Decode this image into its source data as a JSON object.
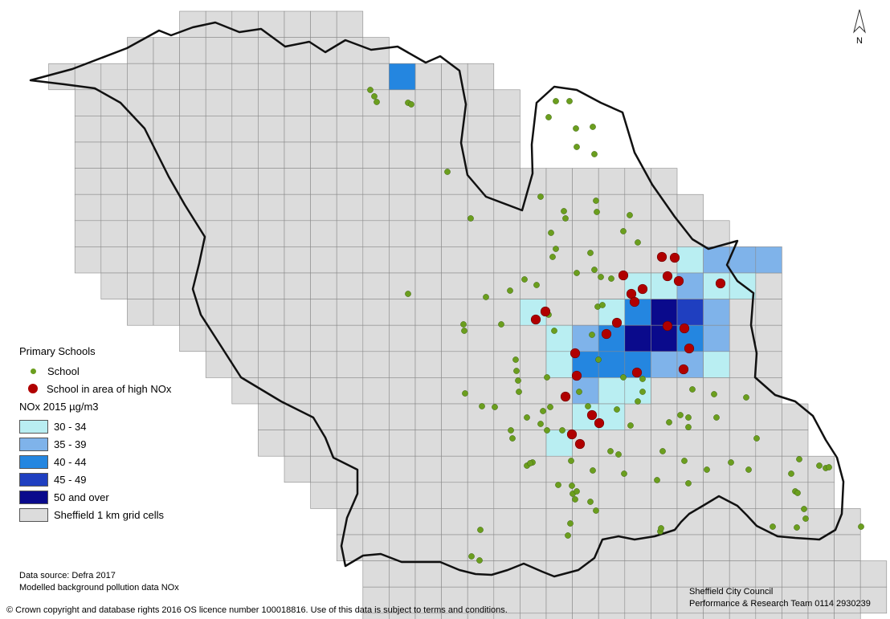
{
  "north_label": "N",
  "legend": {
    "schools_title": "Primary Schools",
    "school_label": "School",
    "school_high_label": "School in area of high NOx",
    "nox_title": "NOx 2015 µg/m3",
    "bands": [
      {
        "label": "30 - 34",
        "color": "#b9eef2"
      },
      {
        "label": "35 - 39",
        "color": "#7fb3ea"
      },
      {
        "label": "40 - 44",
        "color": "#2486e0"
      },
      {
        "label": "45 - 49",
        "color": "#1f3fc0"
      },
      {
        "label": "50 and over",
        "color": "#0a0a8c"
      }
    ],
    "grid_label": "Sheffield 1 km grid cells",
    "grid_color": "#dcdcdc",
    "school_color": "#6b9e1e",
    "school_high_color": "#b00000"
  },
  "data_source": {
    "line1": "Data source: Defra 2017",
    "line2": "Modelled background pollution data NOx"
  },
  "council": {
    "line1": "Sheffield City Council",
    "line2": "Performance & Research Team 0114 2930239"
  },
  "copyright": "© Crown copyright and database rights 2016 OS licence number 100018816. Use of this data is subject to terms and conditions."
}
